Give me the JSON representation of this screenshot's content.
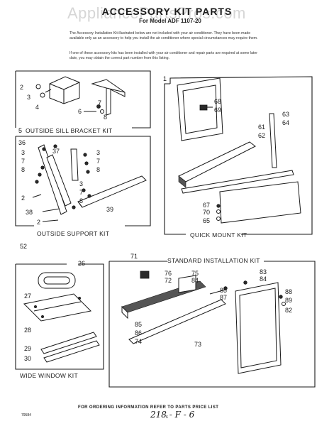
{
  "header": {
    "watermark": "AppliancePartsPros.com",
    "title": "ACCESSORY KIT PARTS",
    "subtitle": "For Model ADF 1107-20"
  },
  "intro": {
    "paragraph1": "The Accessory Installation Kit illustrated below are not included with your air conditioner. They have been made available only as an accessory to help you install the air conditioner where special circumstances may require them.",
    "paragraph2": "If one of these accessory kits has been installed with your air conditioner and repair parts are required at some later date, you may obtain the correct part number from this listing."
  },
  "kits": {
    "outside_sill": {
      "title": "OUTSIDE SILL BRACKET KIT",
      "number": "5"
    },
    "outside_support": {
      "title": "OUTSIDE SUPPORT KIT",
      "number": "52"
    },
    "quick_mount": {
      "title": "QUICK MOUNT KIT",
      "number": "1"
    },
    "standard": {
      "title": "STANDARD INSTALLATION KIT",
      "number": "71"
    },
    "wide_window": {
      "title": "WIDE WINDOW KIT",
      "number": "26"
    }
  },
  "part_labels": {
    "sill": [
      "2",
      "3",
      "4",
      "6",
      "7",
      "8"
    ],
    "support": [
      "36",
      "3",
      "7",
      "8",
      "2",
      "37",
      "3",
      "7",
      "8",
      "3",
      "7",
      "8",
      "2",
      "38",
      "39"
    ],
    "quick": [
      "68",
      "69",
      "63",
      "64",
      "61",
      "62",
      "67",
      "70",
      "65"
    ],
    "standard": [
      "76",
      "72",
      "75",
      "84",
      "83",
      "84",
      "85",
      "87",
      "88",
      "89",
      "82",
      "85",
      "86",
      "74",
      "73"
    ],
    "wide": [
      "27",
      "28",
      "29",
      "30"
    ]
  },
  "footer": {
    "note": "FOR ORDERING INFORMATION REFER TO PARTS PRICE LIST",
    "code": "79584",
    "page": "6",
    "handwritten": "218 - F - 6"
  }
}
